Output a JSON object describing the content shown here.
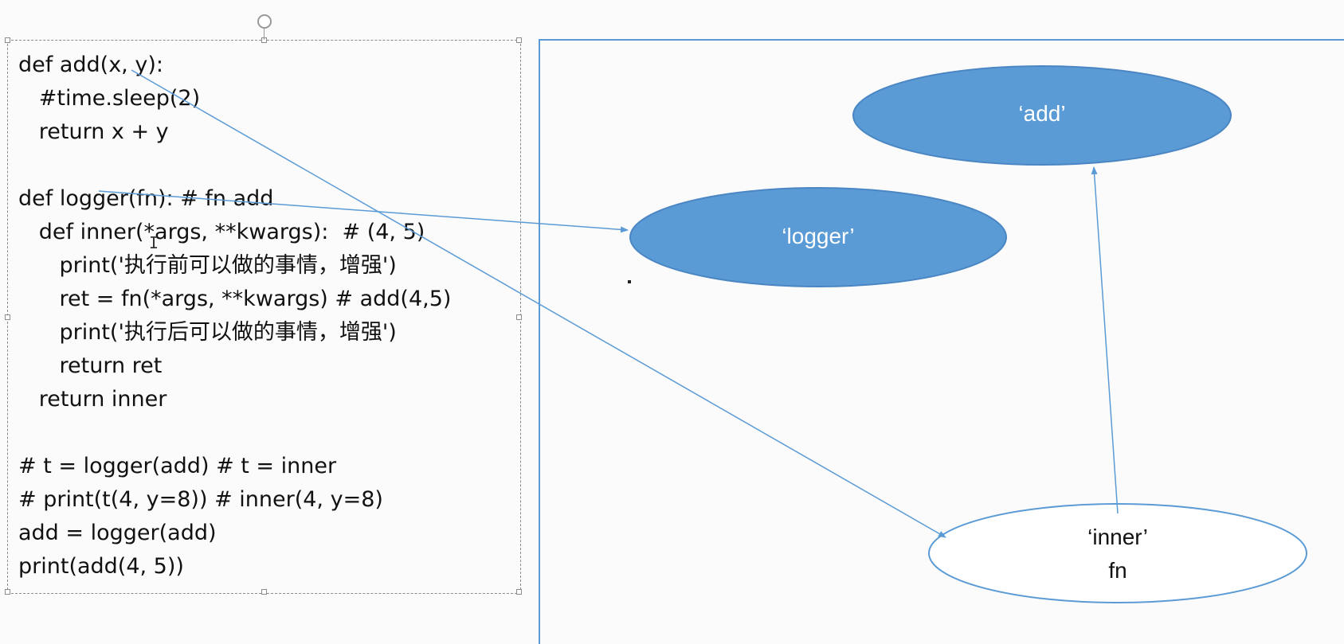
{
  "code": {
    "lines": [
      "def add(x, y):",
      "   #time.sleep(2)",
      "   return x + y",
      "",
      "def logger(fn): # fn add",
      "   def inner(*args, **kwargs):  # (4, 5)",
      "      print('执行前可以做的事情，增强')",
      "      ret = fn(*args, **kwargs) # add(4,5)",
      "      print('执行后可以做的事情，增强')",
      "      return ret",
      "   return inner",
      "",
      "# t = logger(add) # t = inner",
      "# print(t(4, y=8)) # inner(4, y=8)",
      "add = logger(add)",
      "print(add(4, 5))"
    ]
  },
  "diagram": {
    "ellipses": {
      "add": {
        "label": "‘add’",
        "style": "filled"
      },
      "logger": {
        "label": "‘logger’",
        "style": "filled"
      },
      "inner": {
        "label": "‘inner’",
        "sublabel": "fn",
        "style": "outlined"
      }
    }
  },
  "colors": {
    "fill": "#5b9bd5",
    "stroke": "#4a86c4",
    "arrow": "#5b9bd5",
    "code_text": "#111111"
  }
}
